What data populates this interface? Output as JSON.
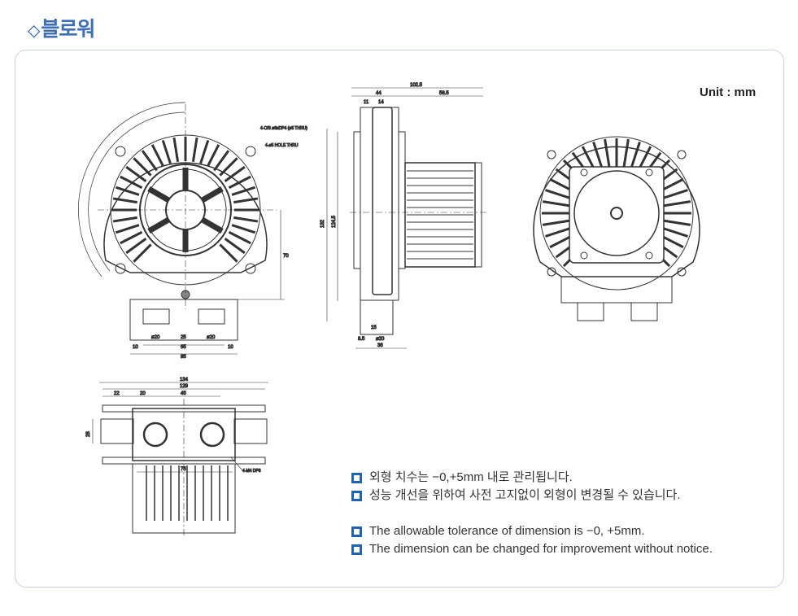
{
  "header": {
    "title": "블로워",
    "icon": "diamond-icon"
  },
  "unit_label": "Unit : mm",
  "drawing": {
    "front_view": {
      "labels": [
        "85",
        "65",
        "10",
        "10",
        "ø20",
        "25",
        "ø20",
        "70",
        "4-C/S ø8xDP4 (ø5 THRU)",
        "4-ø5 HOLE THRU"
      ]
    },
    "side_view": {
      "labels": [
        "102.5",
        "44",
        "58.5",
        "11",
        "14",
        "132",
        "124.5",
        "15",
        "8.5",
        "ø20",
        "36"
      ]
    },
    "bottom_view": {
      "labels": [
        "134",
        "129",
        "22",
        "20",
        "45",
        "28",
        "75",
        "4-M4 DP8"
      ]
    }
  },
  "notes": {
    "korean": [
      "외형 치수는 −0,+5mm 내로 관리됩니다.",
      "성능 개선을 위하여 사전 고지없이 외형이 변경될 수 있습니다."
    ],
    "english": [
      "The allowable tolerance of dimension is −0, +5mm.",
      "The dimension can be changed for improvement without notice."
    ]
  },
  "colors": {
    "title": "#3d6fb6",
    "bullet": "#1f63b3",
    "frame": "#c5d2e6"
  }
}
